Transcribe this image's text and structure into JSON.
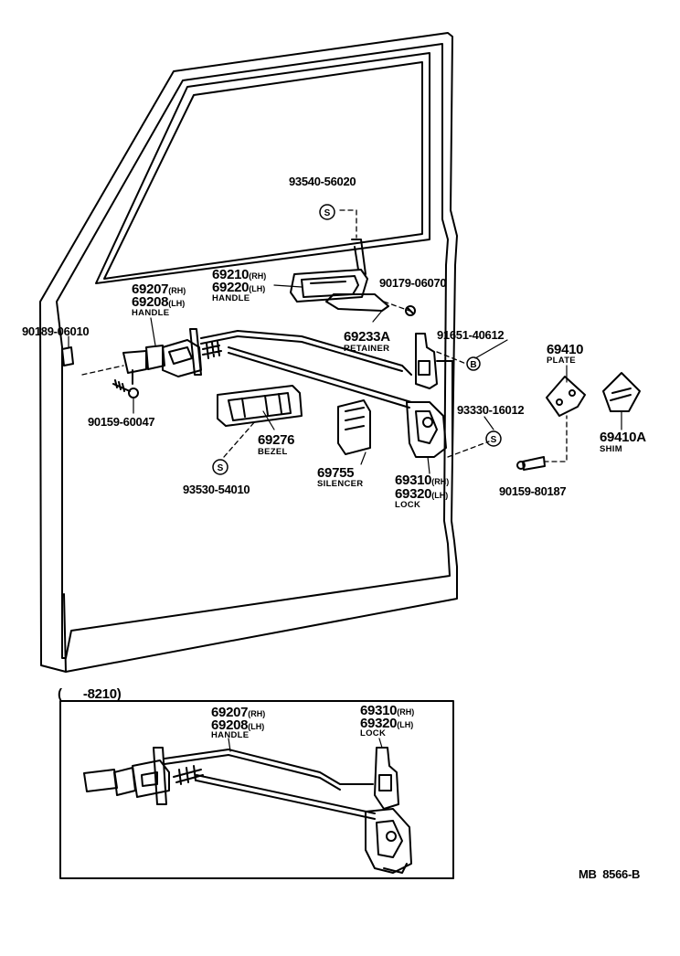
{
  "labels": {
    "p93540": "93540-56020",
    "p69210": "69210",
    "p69210_sfx": "(RH)",
    "p69220": "69220",
    "p69220_sfx": "(LH)",
    "handle_upper": "HANDLE",
    "p90179": "90179-06070",
    "p69207": "69207",
    "p69207_sfx": "(RH)",
    "p69208": "69208",
    "p69208_sfx": "(LH)",
    "handle_left": "HANDLE",
    "p90189": "90189-06010",
    "p69233a": "69233A",
    "retainer": "RETAINER",
    "p91651": "91651-40612",
    "p69410": "69410",
    "plate": "PLATE",
    "p90159a": "90159-60047",
    "p93330": "93330-16012",
    "p69276": "69276",
    "bezel": "BEZEL",
    "p69410a": "69410A",
    "shim": "SHIM",
    "p69755": "69755",
    "silencer": "SILENCER",
    "p69310": "69310",
    "p69310_sfx": "(RH)",
    "p69320": "69320",
    "p69320_sfx": "(LH)",
    "lock": "LOCK",
    "p93530": "93530-54010",
    "p90159b": "90159-80187",
    "inset_title": "(      -8210)",
    "inset_p69207": "69207",
    "inset_p69207_sfx": "(RH)",
    "inset_p69208": "69208",
    "inset_p69208_sfx": "(LH)",
    "inset_handle": "HANDLE",
    "inset_p69310": "69310",
    "inset_p69310_sfx": "(RH)",
    "inset_p69320": "69320",
    "inset_p69320_sfx": "(LH)",
    "inset_lock": "LOCK",
    "footer_code": "MB  8566-B"
  },
  "symbols": {
    "s_letter": "S",
    "b_letter": "B"
  },
  "colors": {
    "ink": "#000000",
    "paper": "#ffffff"
  }
}
